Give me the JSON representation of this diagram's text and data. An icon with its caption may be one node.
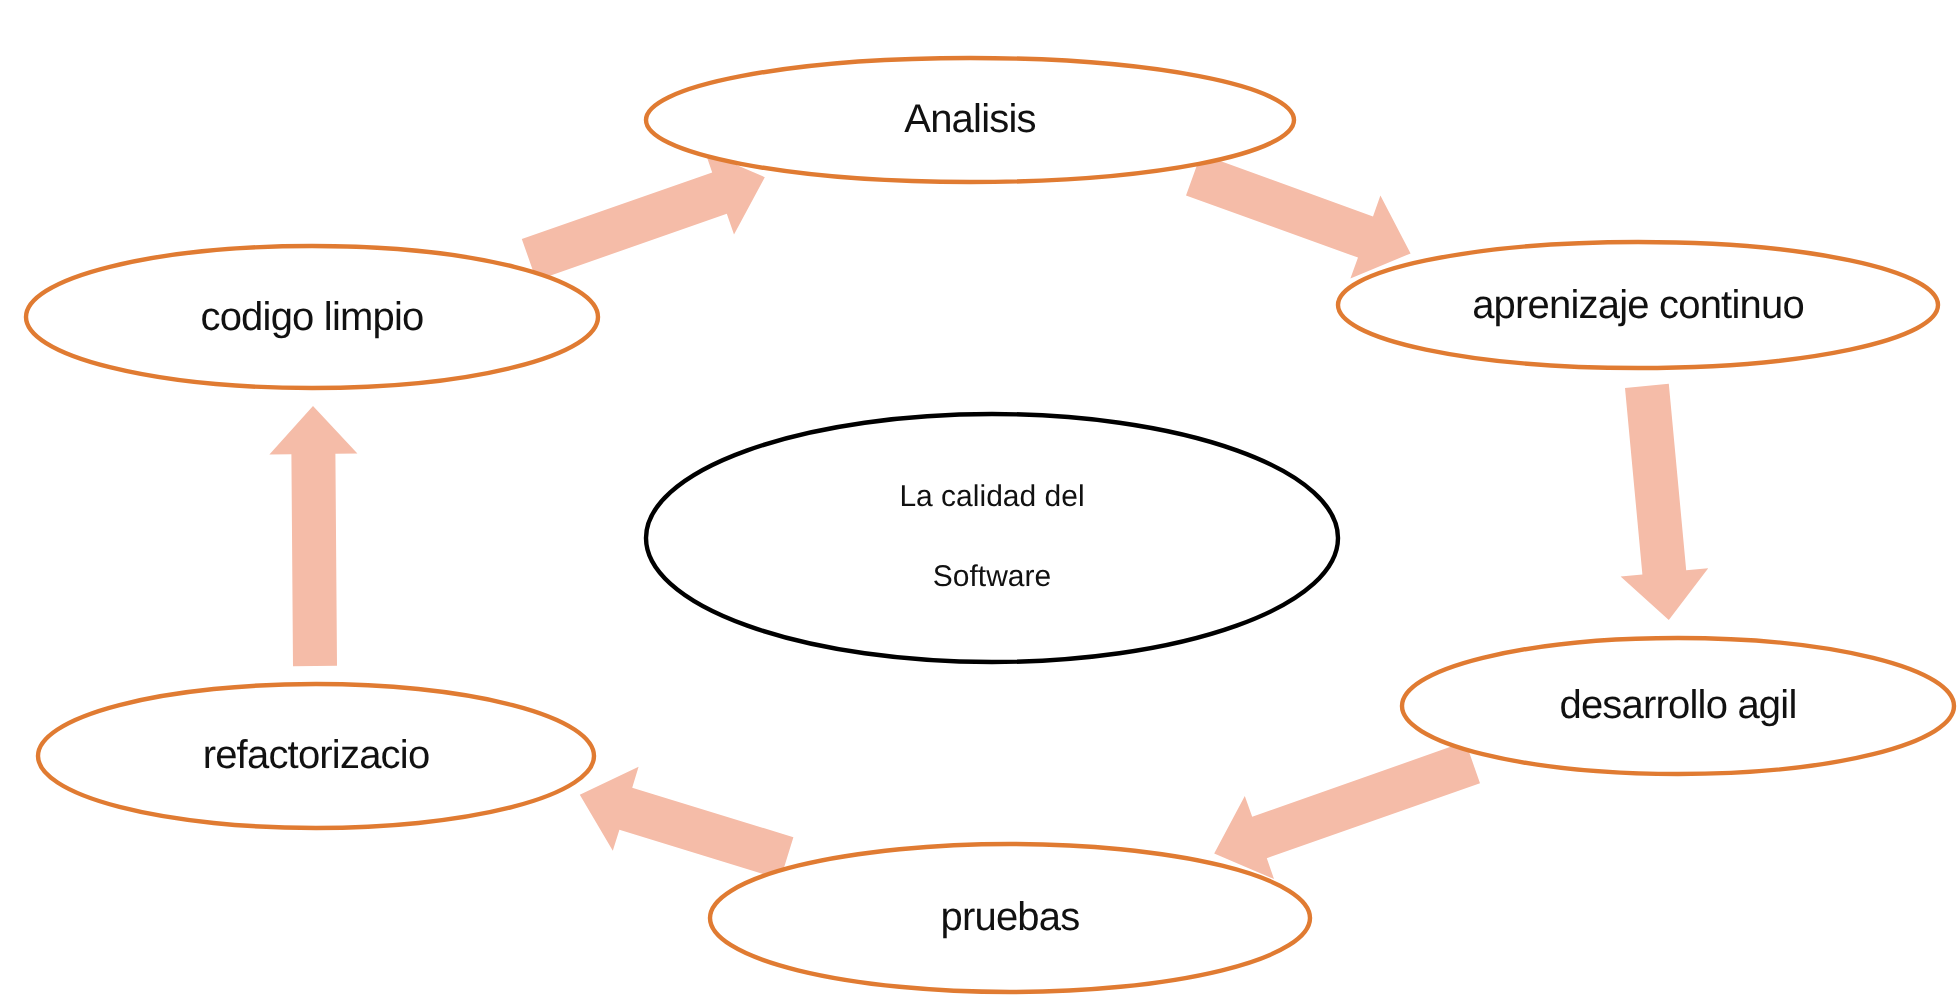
{
  "diagram": {
    "nodes": [
      {
        "text": [
          "Analisis"
        ]
      },
      {
        "text": [
          "aprenizaje continuo"
        ]
      },
      {
        "text": [
          "desarrollo agil"
        ]
      },
      {
        "text": [
          "pruebas"
        ]
      },
      {
        "text": [
          "refactorizacio"
        ]
      },
      {
        "text": [
          "codigo limpio"
        ]
      },
      {
        "text": [
          "La calidad del Software"
        ]
      }
    ],
    "edges": [
      {
        "from": 5,
        "to": 0,
        "arrow": "to"
      },
      {
        "from": 0,
        "to": 1,
        "arrow": "to"
      },
      {
        "from": 1,
        "to": 2,
        "arrow": "to"
      },
      {
        "from": 2,
        "to": 3,
        "arrow": "to"
      },
      {
        "from": 3,
        "to": 4,
        "arrow": "to"
      },
      {
        "from": 4,
        "to": 5,
        "arrow": "to"
      }
    ]
  }
}
